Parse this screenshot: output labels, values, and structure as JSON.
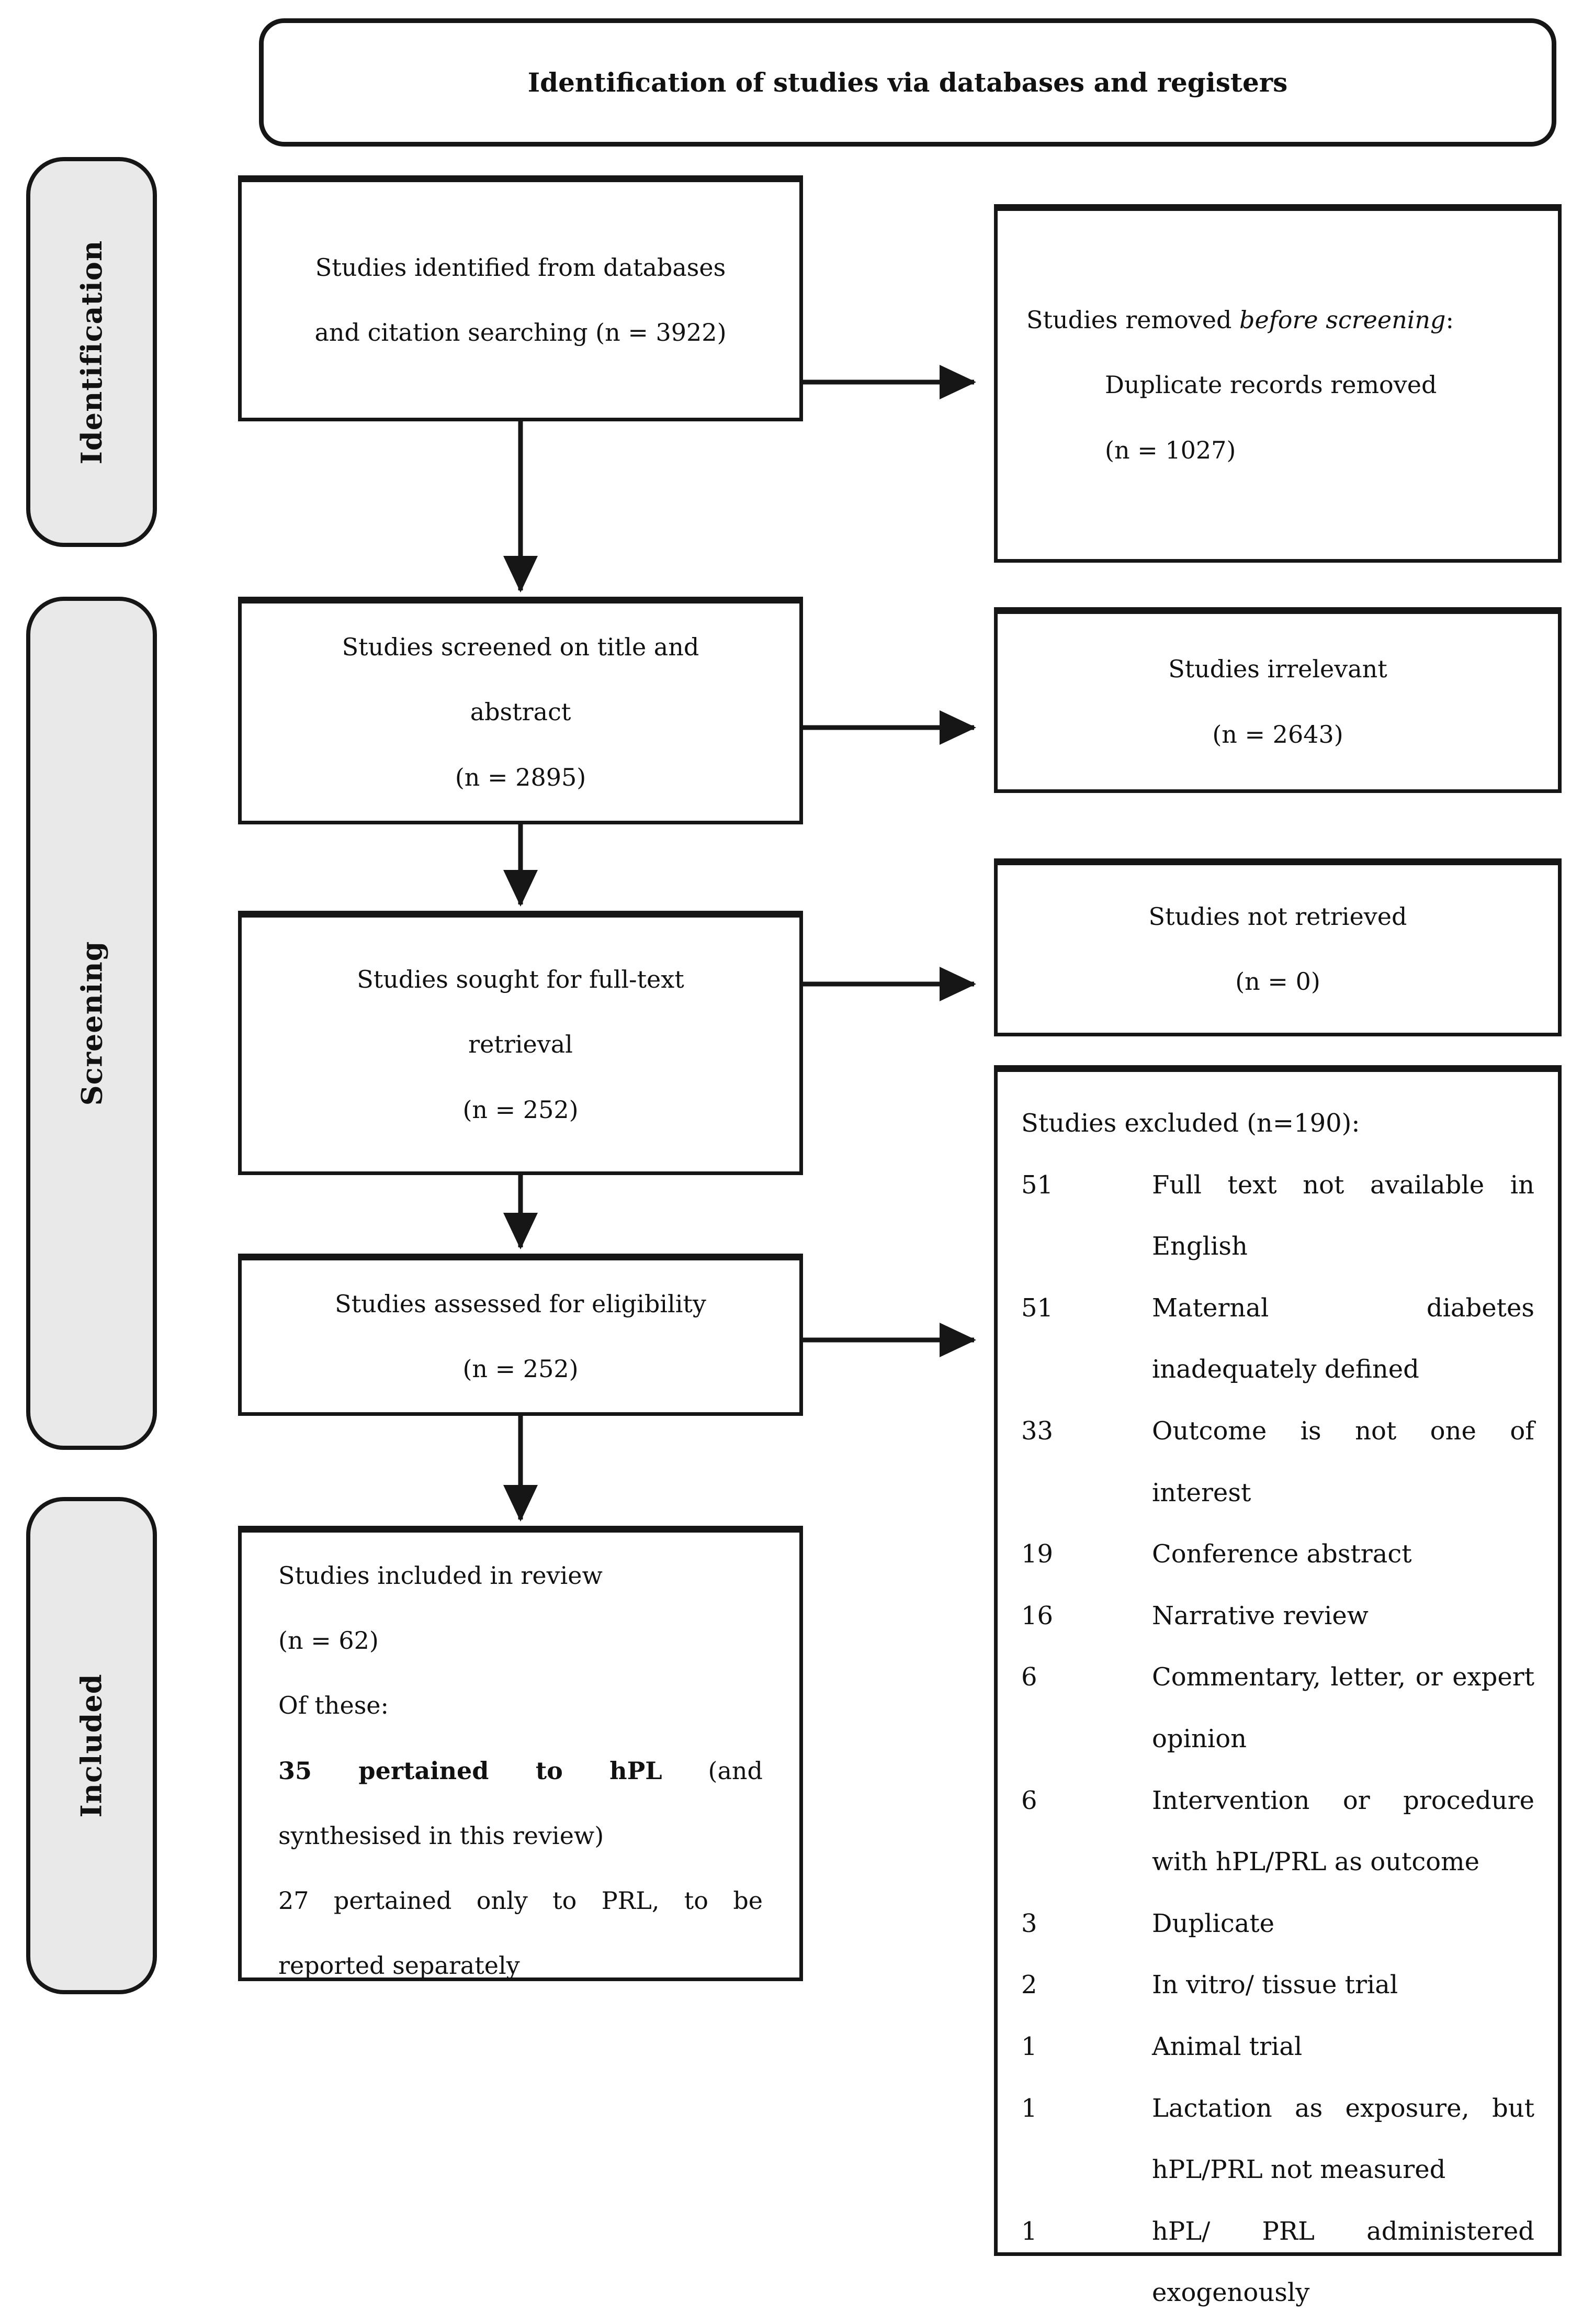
{
  "title": "Identification of studies via databases and registers",
  "stages": {
    "identification": "Identification",
    "screening": "Screening",
    "included": "Included"
  },
  "main_boxes": {
    "identified": {
      "line1": "Studies identified from databases",
      "line2": "and citation searching (n = 3922)"
    },
    "screened": {
      "line1": "Studies screened on title and",
      "line2": "abstract",
      "line3": "(n = 2895)"
    },
    "sought": {
      "line1": "Studies sought for full-text",
      "line2": "retrieval",
      "line3": "(n = 252)"
    },
    "assessed": {
      "line1": "Studies assessed for eligibility",
      "line2": "(n = 252)"
    },
    "included": {
      "line1": "Studies included in review",
      "line2": "(n = 62)",
      "line3": "Of these:",
      "line4_bold": "35 pertained to hPL",
      "line4_rest": " (and",
      "line5": "synthesised in this review)",
      "line6": "27 pertained only to PRL, to be",
      "line7": "reported separately"
    }
  },
  "side_boxes": {
    "removed": {
      "line1_pre": "Studies removed ",
      "line1_italic": "before screening",
      "line1_post": ":",
      "line2": "Duplicate records removed",
      "line3": "(n = 1027)"
    },
    "irrelevant": {
      "line1": "Studies irrelevant",
      "line2": "(n = 2643)"
    },
    "not_retrieved": {
      "line1": "Studies not retrieved",
      "line2": "(n = 0)"
    },
    "excluded": {
      "header": "Studies excluded (n=190):",
      "items": [
        {
          "num": "51",
          "text": "Full text not available in English"
        },
        {
          "num": "51",
          "text": "Maternal diabetes inadequately defined"
        },
        {
          "num": "33",
          "text": "Outcome is not one of interest"
        },
        {
          "num": "19",
          "text": "Conference abstract"
        },
        {
          "num": "16",
          "text": "Narrative review"
        },
        {
          "num": "6",
          "text": "Commentary, letter, or expert opinion"
        },
        {
          "num": "6",
          "text": "Intervention or procedure with hPL/PRL as outcome"
        },
        {
          "num": "3",
          "text": "Duplicate"
        },
        {
          "num": "2",
          "text": "In vitro/ tissue trial"
        },
        {
          "num": "1",
          "text": "Animal trial"
        },
        {
          "num": "1",
          "text": "Lactation as exposure, but hPL/PRL not measured"
        },
        {
          "num": "1",
          "text": "hPL/ PRL administered exogenously"
        }
      ]
    }
  },
  "colors": {
    "line": "#161616",
    "lane_fill": "#e9e9e9",
    "background": "#ffffff"
  }
}
